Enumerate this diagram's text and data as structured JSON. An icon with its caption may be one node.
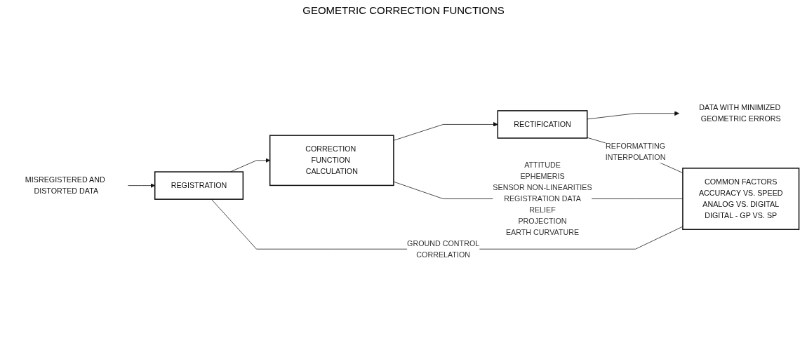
{
  "diagram": {
    "title": "GEOMETRIC CORRECTION FUNCTIONS",
    "nodes": [
      {
        "text": [
          "MISREGISTERED AND DISTORTED DATA"
        ]
      },
      {
        "text": [
          "REGISTRATION"
        ],
        "beside": [
          "GROUND CONTROL",
          "CORRELATION"
        ]
      },
      {
        "text": [
          "CORRECTION FUNCTION CALCULATION"
        ],
        "beside": [
          "ATTITUDE",
          "EPHEMERIS",
          "SENSOR NON-LINEARITIES",
          "REGISTRATION DATA",
          "RELIEF",
          "PROJECTION",
          "EARTH CURVATURE"
        ]
      },
      {
        "text": [
          "RECTIFICATION"
        ],
        "beside": [
          "REFORMATTING",
          "INTERPOLATION"
        ]
      },
      {
        "text": [
          "DATA WITH MINIMIZED GEOMETRIC ERRORS"
        ]
      },
      {
        "text": [
          "COMMON FACTORS",
          "ACCURACY VS. SPEED",
          "ANALOG VS. DIGITAL",
          "DIGITAL - GP VS. SP"
        ]
      }
    ],
    "edges": [
      {
        "from": 0,
        "to": 1,
        "arrow": "to"
      },
      {
        "from": 1,
        "to": 2,
        "arrow": "to"
      },
      {
        "from": 2,
        "to": 3,
        "arrow": "to"
      },
      {
        "from": 3,
        "to": 4,
        "arrow": "to"
      },
      {
        "from": 1,
        "to": 5,
        "arrow": "none"
      },
      {
        "from": 2,
        "to": 5,
        "arrow": "none"
      },
      {
        "from": 3,
        "to": 5,
        "arrow": "none"
      }
    ]
  }
}
